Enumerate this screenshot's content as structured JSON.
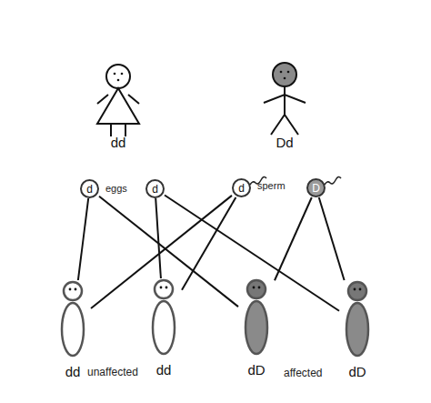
{
  "diagram": {
    "nodes": [
      {
        "text": [
          "dd"
        ]
      },
      {
        "text": [
          "Dd"
        ]
      },
      {
        "text": [
          "d"
        ]
      },
      {
        "text": [
          "d"
        ]
      },
      {
        "text": [
          "d"
        ]
      },
      {
        "text": [
          "D"
        ]
      },
      {
        "text": [
          "dd"
        ]
      },
      {
        "text": [
          "dd"
        ]
      },
      {
        "text": [
          "dD"
        ]
      },
      {
        "text": [
          "dD"
        ]
      }
    ],
    "edges": [
      {
        "from": 2,
        "to": 6,
        "arrow": "none"
      },
      {
        "from": 2,
        "to": 8,
        "arrow": "none"
      },
      {
        "from": 3,
        "to": 7,
        "arrow": "none"
      },
      {
        "from": 3,
        "to": 9,
        "arrow": "none"
      },
      {
        "from": 4,
        "to": 6,
        "arrow": "none"
      },
      {
        "from": 4,
        "to": 7,
        "arrow": "none"
      },
      {
        "from": 5,
        "to": 8,
        "arrow": "none"
      },
      {
        "from": 5,
        "to": 9,
        "arrow": "none"
      }
    ],
    "labels": [
      "eggs",
      "sperm",
      "unaffected",
      "affected"
    ]
  }
}
